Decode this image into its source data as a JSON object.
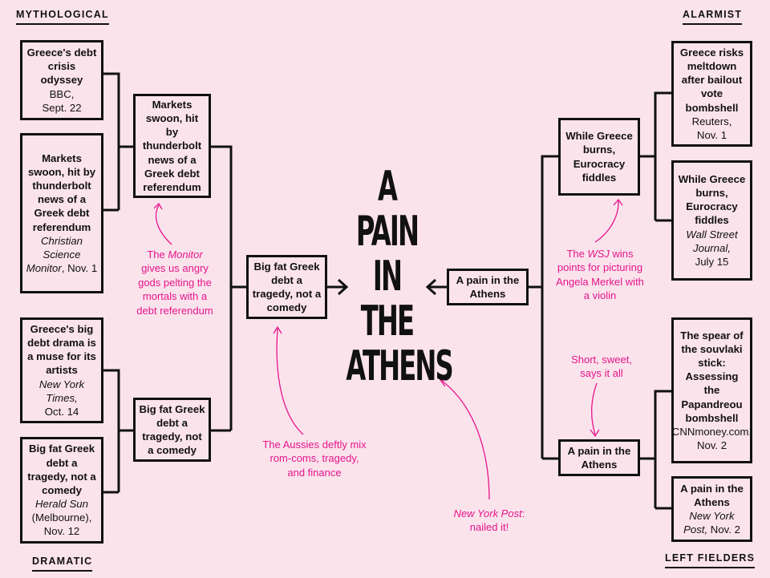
{
  "title": {
    "lines": [
      "A PAIN",
      "IN",
      "THE",
      "ATHENS"
    ]
  },
  "labels": {
    "top_left": "MYTHOLOGICAL",
    "top_right": "ALARMIST",
    "bottom_left": "DRAMATIC",
    "bottom_right": "LEFT FIELDERS"
  },
  "left": {
    "entrants": [
      {
        "headline": "Greece's debt crisis odyssey",
        "source": "BBC,",
        "date": "Sept. 22"
      },
      {
        "headline": "Markets swoon, hit by thunderbolt news of a Greek debt referendum",
        "source": "Christian Science Monitor",
        "date": ", Nov. 1"
      },
      {
        "headline": "Greece's big debt drama is a muse for its artists",
        "source": "New York Times,",
        "date": "Oct. 14"
      },
      {
        "headline": "Big fat Greek debt a tragedy, not a comedy",
        "source": "Herald Sun",
        "date": "(Melbourne), Nov. 12"
      }
    ],
    "round2": [
      "Markets swoon, hit by thunderbolt news of a Greek debt referendum",
      "Big fat Greek debt a tragedy, not a comedy"
    ],
    "finalist": "Big fat Greek debt a tragedy, not a comedy"
  },
  "right": {
    "entrants": [
      {
        "headline": "Greece risks meltdown after bailout vote bombshell",
        "source": "Reuters,",
        "date": "Nov. 1"
      },
      {
        "headline": "While Greece burns, Eurocracy fiddles",
        "source": "Wall Street Journal,",
        "date": "July 15"
      },
      {
        "headline": "The spear of the souvlaki stick: Assessing the Papandreou bombshell",
        "source": "CNNmoney.com, Nov. 2",
        "date": ""
      },
      {
        "headline": "A pain in the Athens",
        "source": "New York Post,",
        "date": "Nov. 2"
      }
    ],
    "round2": [
      "While Greece burns, Eurocracy fiddles",
      "A pain in the Athens"
    ],
    "finalist": "A pain in the Athens"
  },
  "notes": {
    "monitor": {
      "pre": "The ",
      "em": "Monitor",
      "post": " gives us angry gods pelting the mortals with a debt referendum"
    },
    "aussies": "The Aussies deftly mix rom-coms, tragedy, and finance",
    "nypost": {
      "em": "New York Post",
      "post": ": nailed it!"
    },
    "wsj": {
      "pre": "The ",
      "em": "WSJ",
      "post": " wins points for picturing Angela Merkel with a violin"
    },
    "short": "Short, sweet, says it all"
  },
  "colors": {
    "background": "#fbe3ec",
    "ink": "#111111",
    "accent": "#e5168b"
  }
}
